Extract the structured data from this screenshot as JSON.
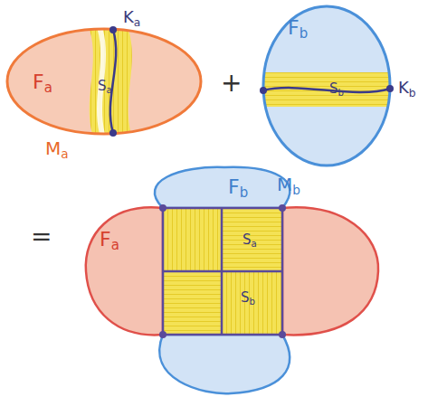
{
  "diagram": {
    "nodes": [
      {
        "text": [
          "Fa",
          "Ma"
        ]
      },
      {
        "text": [
          "Sa"
        ],
        "in": 0
      },
      {
        "text": [
          "Fb",
          "Mb"
        ]
      },
      {
        "text": [
          "Sb"
        ],
        "in": 2
      },
      {
        "text": [
          "Fa",
          "Fb"
        ]
      },
      {
        "text": [
          "Sa"
        ],
        "in": 4
      },
      {
        "text": [
          "Sb"
        ],
        "in": 4
      }
    ],
    "labels": [
      "Ka",
      "+",
      "Kb",
      "="
    ]
  }
}
